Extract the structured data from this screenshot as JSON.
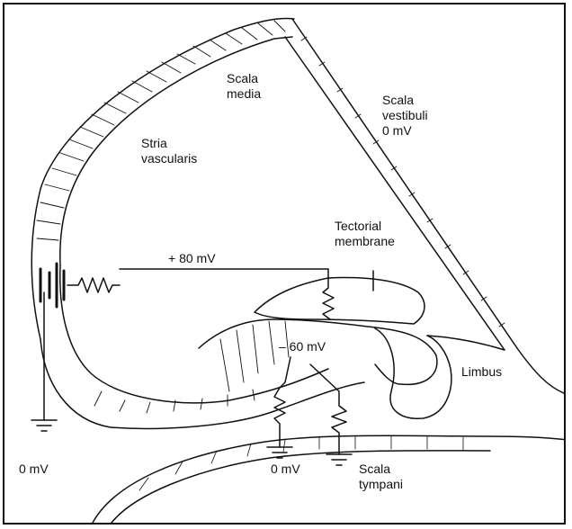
{
  "labels": {
    "scala_media": [
      "Scala",
      "media"
    ],
    "scala_vestibuli": [
      "Scala",
      "vestibuli",
      "0 mV"
    ],
    "stria_vascularis": [
      "Stria",
      "vascularis"
    ],
    "tectorial_membrane": [
      "Tectorial",
      "membrane"
    ],
    "plus_80": "+ 80 mV",
    "minus_60": "– 60 mV",
    "limbus": "Limbus",
    "ground_left": "0 mV",
    "ground_center": "0 mV",
    "scala_tympani": [
      "Scala",
      "tympani"
    ]
  },
  "colors": {
    "ink": "#111111",
    "background": "#ffffff"
  },
  "icons": [
    "ground-symbol-icon",
    "battery-icon",
    "resistor-icon"
  ]
}
